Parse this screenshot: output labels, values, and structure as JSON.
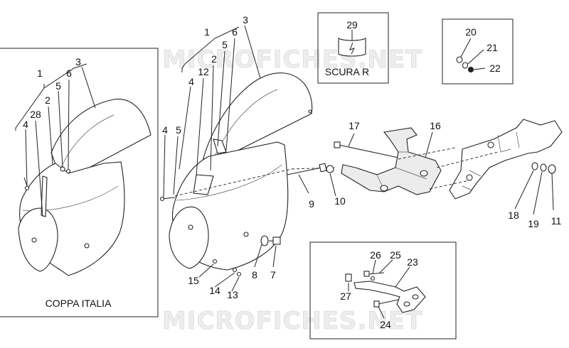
{
  "watermark": "MICROFICHES.NET",
  "labels": {
    "coppa_italia": "COPPA ITALIA",
    "scura_r": "SCURA R"
  },
  "callouts": {
    "p1": "1",
    "p2": "2",
    "p3": "3",
    "p4": "4",
    "p5": "5",
    "p6": "6",
    "p7": "7",
    "p8": "8",
    "p9": "9",
    "p10": "10",
    "p11": "11",
    "p12": "12",
    "p13": "13",
    "p14": "14",
    "p15": "15",
    "p16": "16",
    "p17": "17",
    "p18": "18",
    "p19": "19",
    "p20": "20",
    "p21": "21",
    "p22": "22",
    "p23": "23",
    "p24": "24",
    "p25": "25",
    "p26": "26",
    "p27": "27",
    "p28": "28",
    "p29": "29"
  }
}
